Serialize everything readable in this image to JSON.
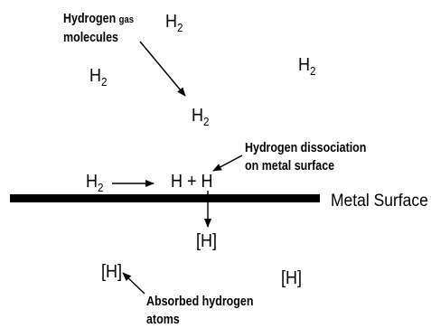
{
  "labels": {
    "gas_line1_main": "Hydrogen",
    "gas_line1_small": "gas",
    "gas_line2": "molecules",
    "h2_symbol": "H",
    "h2_subscript": "2",
    "dissociation_line1": "Hydrogen dissociation",
    "dissociation_line2": "on metal  surface",
    "h_plus_h": "H + H",
    "metal_surface": "Metal Surface",
    "absorbed_atom": "[H]",
    "absorbed_line1": "Absorbed hydrogen",
    "absorbed_line2": "atoms"
  },
  "colors": {
    "foreground": "#000000",
    "background": "#ffffff"
  }
}
